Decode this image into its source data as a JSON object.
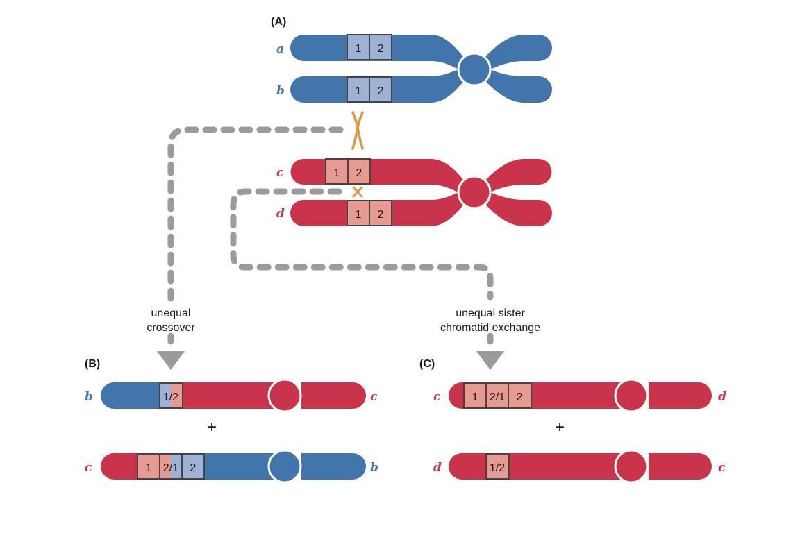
{
  "colors": {
    "blue": "#4175ac",
    "blue_box": "#9eb2d6",
    "red": "#c9344a",
    "red_box": "#e79a8f",
    "dash": "#9b9b9b",
    "cross": "#e29642",
    "white": "#ffffff"
  },
  "panels": {
    "a": "(A)",
    "b": "(B)",
    "c": "(C)"
  },
  "strands": {
    "a": "a",
    "b": "b",
    "c": "c",
    "d": "d"
  },
  "genes": {
    "g1": "1",
    "g2": "2",
    "fused_12": "1/2",
    "fused_21": "2/1"
  },
  "captions": {
    "unequal_crossover": [
      "unequal",
      "crossover"
    ],
    "unequal_sister": [
      "unequal sister",
      "chromatid exchange"
    ]
  },
  "plus": "+"
}
